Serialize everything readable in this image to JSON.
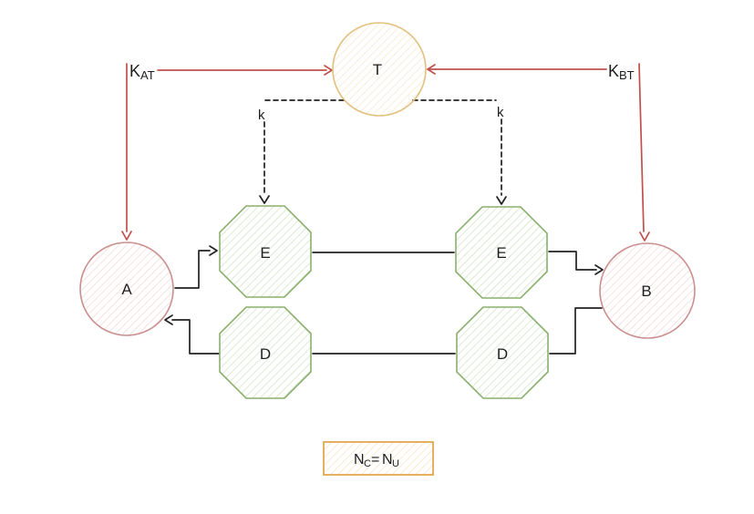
{
  "diagram": {
    "background": "#ffffff",
    "nodes": {
      "t": "T",
      "a": "A",
      "b": "B",
      "e_left": "E",
      "e_right": "E",
      "d_left": "D",
      "d_right": "D"
    },
    "labels": {
      "kat_main": "K",
      "kat_sub": "AT",
      "kbt_main": "K",
      "kbt_sub": "BT",
      "k_left": "k",
      "k_right": "k"
    },
    "equation": {
      "n1": "N",
      "sub1": "C",
      "eq": "=",
      "n2": "N",
      "sub2": "U"
    },
    "colors": {
      "red": "#c0504d",
      "black": "#222222",
      "tan": "#e2c080",
      "tan_hatch": "#f6ead2",
      "pink": "#cb8f8f",
      "pink_hatch": "#f3dada",
      "green": "#8ab06e",
      "green_hatch": "#d4e5c8",
      "orange": "#e09c3c",
      "orange_hatch": "#f6e6c8",
      "text": "#1e1e1e"
    }
  }
}
